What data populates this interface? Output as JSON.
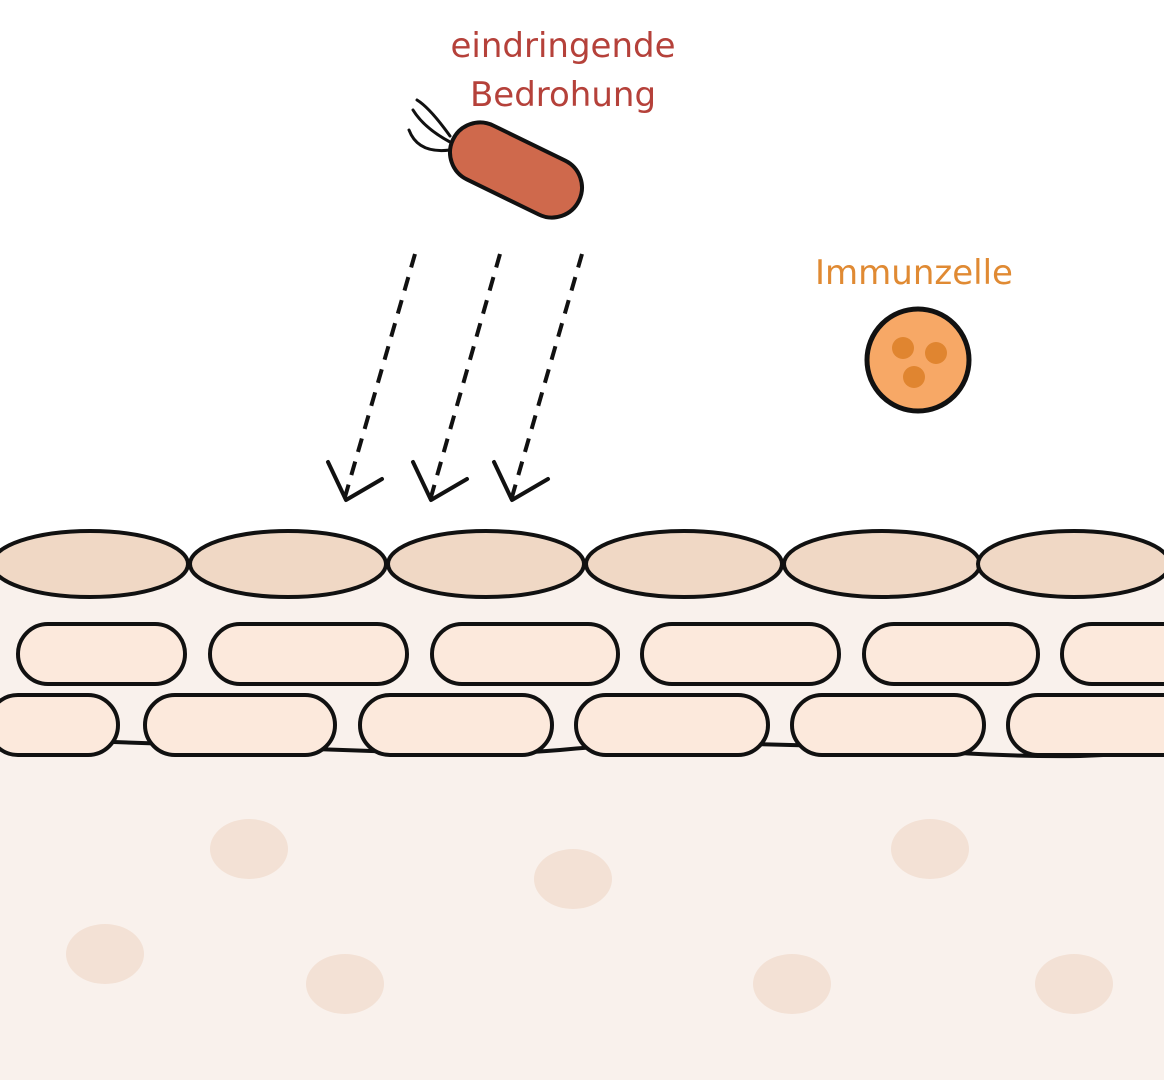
{
  "labels": {
    "threat_line1": "eindringende",
    "threat_line2": "Bedrohung",
    "immune_cell": "Immunzelle"
  },
  "colors": {
    "threat_label": "#b5413a",
    "immune_label": "#e08a33",
    "bacterium_fill": "#cf694c",
    "immune_fill": "#f7a866",
    "immune_granule": "#e08530",
    "surface_cell_fill": "#f0d8c5",
    "inner_cell_fill": "#fce9dc",
    "tissue_fill": "#f9f1ec",
    "tissue_spot": "#f3e1d5",
    "outline": "#111111"
  },
  "icons": {
    "bacterium": "rod-bacterium-with-flagella-icon",
    "immune_cell": "round-cell-with-granules-icon",
    "arrow": "dashed-arrow-down-icon"
  }
}
